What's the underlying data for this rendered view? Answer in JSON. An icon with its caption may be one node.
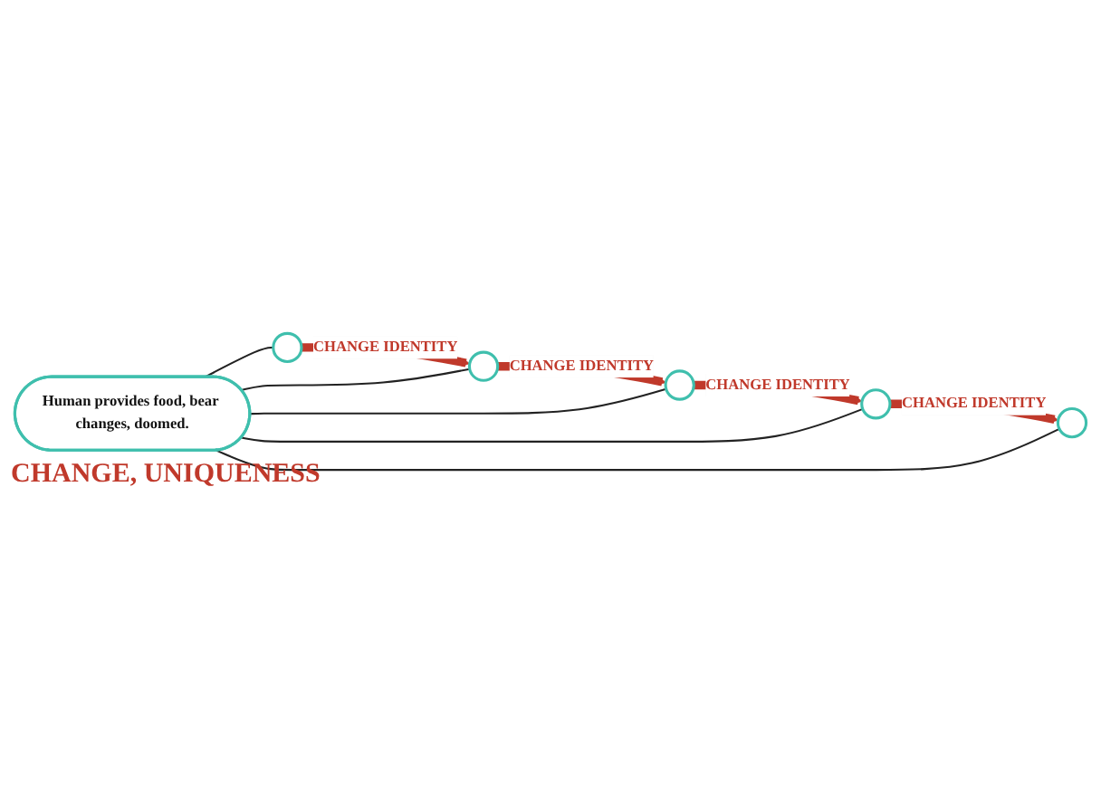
{
  "diagram": {
    "nodes": [
      {
        "text": [],
        "shape": "circle"
      },
      {
        "text": [],
        "shape": "circle"
      },
      {
        "text": [],
        "shape": "circle"
      },
      {
        "text": [],
        "shape": "circle"
      },
      {
        "text": [],
        "shape": "circle"
      },
      {
        "text": [
          "Human provides food, bear changes, doomed."
        ],
        "beside": [
          "CHANGE, UNIQUENESS"
        ]
      }
    ],
    "edges": [
      {
        "from": 0,
        "to": 1,
        "arrow": "to",
        "label": "CHANGE IDENTITY",
        "style": "thick",
        "color": "#c0392b"
      },
      {
        "from": 1,
        "to": 2,
        "arrow": "to",
        "label": "CHANGE IDENTITY",
        "style": "thick",
        "color": "#c0392b"
      },
      {
        "from": 2,
        "to": 3,
        "arrow": "to",
        "label": "CHANGE IDENTITY",
        "style": "thick",
        "color": "#c0392b"
      },
      {
        "from": 3,
        "to": 4,
        "arrow": "to",
        "label": "CHANGE IDENTITY",
        "style": "thick",
        "color": "#c0392b"
      },
      {
        "from": 5,
        "to": 0,
        "arrow": "none"
      },
      {
        "from": 5,
        "to": 1,
        "arrow": "none"
      },
      {
        "from": 5,
        "to": 2,
        "arrow": "none"
      },
      {
        "from": 5,
        "to": 3,
        "arrow": "none"
      },
      {
        "from": 5,
        "to": 4,
        "arrow": "none"
      }
    ]
  }
}
